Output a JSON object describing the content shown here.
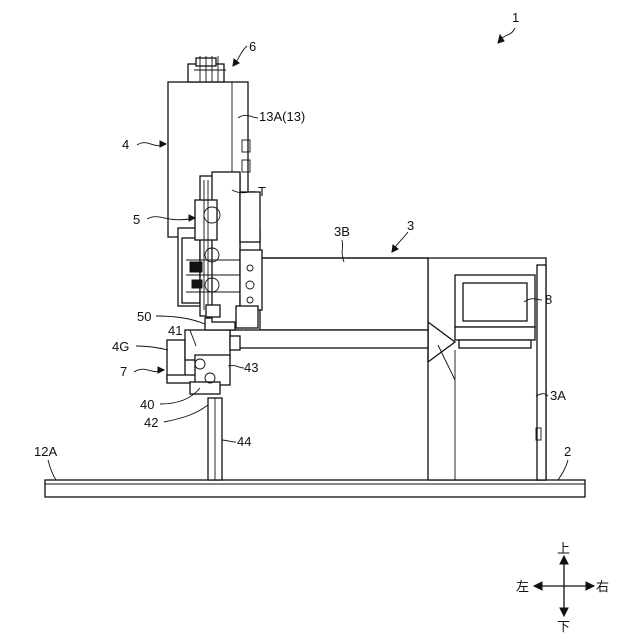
{
  "labels": {
    "assembly": "1",
    "base_plate": "2",
    "frame": "3",
    "frame_top": "3B",
    "frame_cabinet": "3A",
    "head_unit": "4",
    "feed_unit": "5",
    "top_cap": "6",
    "clamp_unit": "7",
    "display": "8",
    "cover": "13A(13)",
    "tape": "T",
    "guide": "4G",
    "part_50": "50",
    "part_41": "41",
    "part_40": "40",
    "part_42": "42",
    "part_43": "43",
    "part_44": "44",
    "plate_left_edge": "12A"
  },
  "directions": {
    "up": "上",
    "down": "下",
    "left": "左",
    "right": "右"
  }
}
